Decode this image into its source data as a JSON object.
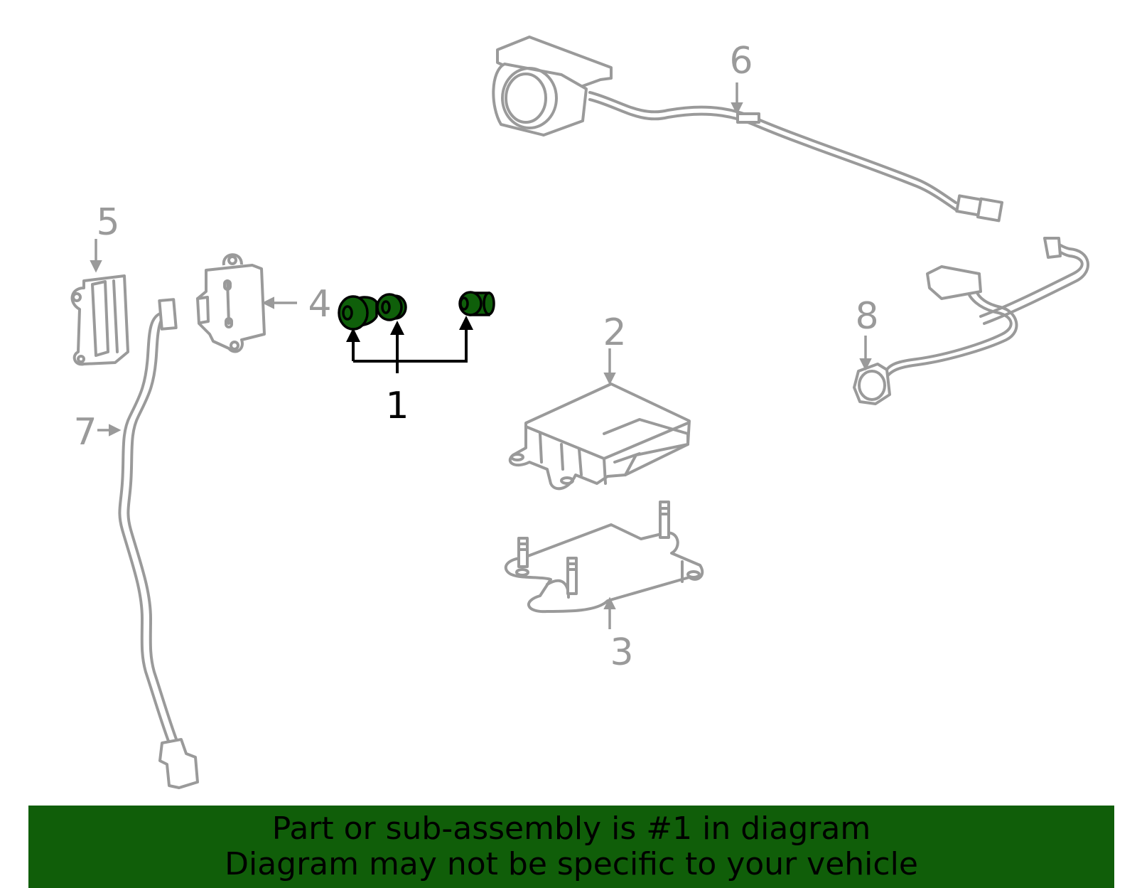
{
  "callouts": [
    {
      "id": "1",
      "label": "1",
      "highlighted": true
    },
    {
      "id": "2",
      "label": "2",
      "highlighted": false
    },
    {
      "id": "3",
      "label": "3",
      "highlighted": false
    },
    {
      "id": "4",
      "label": "4",
      "highlighted": false
    },
    {
      "id": "5",
      "label": "5",
      "highlighted": false
    },
    {
      "id": "6",
      "label": "6",
      "highlighted": false
    },
    {
      "id": "7",
      "label": "7",
      "highlighted": false
    },
    {
      "id": "8",
      "label": "8",
      "highlighted": false
    }
  ],
  "banner": {
    "line1": "Part or sub-assembly is #1 in diagram",
    "line2": "Diagram may not be specific to your vehicle"
  },
  "colors": {
    "highlight_part": "#0f5f0a",
    "banner_background": "#105e09",
    "line_art": "#9a9a9a"
  }
}
